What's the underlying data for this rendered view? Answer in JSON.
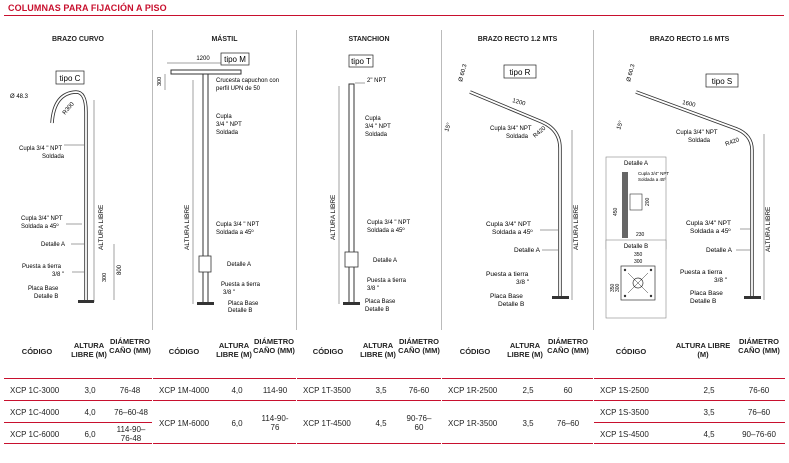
{
  "title": "COLUMNAS PARA FIJACIÓN A PISO",
  "headers": {
    "code": "CÓDIGO",
    "height": "ALTURA LIBRE (M)",
    "diameter": "DIÁMETRO CAÑO (MM)"
  },
  "panels": [
    {
      "title": "BRAZO CURVO",
      "tag": "tipo C",
      "labels": {
        "diam": "Ø 48.3",
        "radius": "R300",
        "cupla1": "Cupla 3/4 \" NPT",
        "cupla1b": "Soldada",
        "cupla2": "Cupla 3/4\" NPT",
        "cupla2b": "Soldada a 45º",
        "detalle": "Detalle A",
        "tierra": "Puesta a tierra",
        "tierrab": "3/8 \"",
        "placa": "Placa Base",
        "placab": "Detalle B",
        "altura": "ALTURA LIBRE",
        "dim800": "800",
        "dim300": "300"
      },
      "rows": [
        {
          "code": "XCP 1C-3000",
          "height": "3,0",
          "diameter": "76-48"
        },
        {
          "code": "XCP 1C-4000",
          "height": "4,0",
          "diameter": "76–60-48"
        },
        {
          "code": "XCP 1C-6000",
          "height": "6,0",
          "diameter": "114-90–76-48"
        }
      ]
    },
    {
      "title": "MÁSTIL",
      "tag": "tipo M",
      "labels": {
        "dim1200": "1200",
        "dim300": "300",
        "cruceta": "Crucesta capuchon con",
        "crucetab": "perfil UPN de 50",
        "cupla1": "Cupla",
        "cupla1b": "3/4 \" NPT",
        "cupla1c": "Soldada",
        "altura": "ALTURA LIBRE",
        "cupla2": "Cupla 3/4 \" NPT",
        "cupla2b": "Soldada a 45º",
        "detalle": "Detalle A",
        "tierra": "Puesta a tierra",
        "tierrab": "3/8 \"",
        "placa": "Placa Base",
        "placab": "Detalle B"
      },
      "rows": [
        {
          "code": "XCP 1M-4000",
          "height": "4,0",
          "diameter": "114-90"
        },
        {
          "code": "XCP 1M-6000",
          "height": "6,0",
          "diameter": "114-90-76"
        }
      ]
    },
    {
      "title": "STANCHION",
      "tag": "tipo T",
      "labels": {
        "npt": "2\" NPT",
        "cupla1": "Cupla",
        "cupla1b": "3/4 \" NPT",
        "cupla1c": "Soldada",
        "altura": "ALTURA LIBRE",
        "cupla2": "Cupla 3/4 \" NPT",
        "cupla2b": "Soldada a 45º",
        "detalle": "Detalle A",
        "tierra": "Puesta a tierra",
        "tierrab": "3/8 \"",
        "placa": "Placa Base",
        "placab": "Detalle B"
      },
      "rows": [
        {
          "code": "XCP 1T-3500",
          "height": "3,5",
          "diameter": "76-60"
        },
        {
          "code": "XCP 1T-4500",
          "height": "4,5",
          "diameter": "90-76–60"
        }
      ]
    },
    {
      "title": "BRAZO RECTO 1.2 MTS",
      "tag": "tipo R",
      "labels": {
        "diam": "Ø 60.3",
        "dim1200": "1200",
        "angle": "15°",
        "cupla1": "Cupla 3/4\" NPT",
        "cupla1b": "Soldada",
        "radius": "R420",
        "altura": "ALTURA LIBRE",
        "cupla2": "Cupla 3/4\" NPT",
        "cupla2b": "Soldada a 45º",
        "detalle": "Detalle A",
        "tierra": "Puesta a tierra",
        "tierrab": "3/8 \"",
        "placa": "Placa Base",
        "placab": "Detalle B"
      },
      "rows": [
        {
          "code": "XCP 1R-2500",
          "height": "2,5",
          "diameter": "60"
        },
        {
          "code": "XCP 1R-3500",
          "height": "3,5",
          "diameter": "76–60"
        }
      ]
    },
    {
      "title": "BRAZO RECTO 1.6 MTS",
      "tag": "tipo S",
      "labels": {
        "diam": "Ø 60.3",
        "dim1600": "1600",
        "angle": "15°",
        "cupla1": "Cupla 3/4\" NPT",
        "cupla1b": "Soldada",
        "radius": "R420",
        "detA": "Detalle A",
        "detAc": "Cupla 3/4\" NPT",
        "detAd": "Soldada a 45º",
        "d450": "450",
        "d200": "200",
        "d230": "230",
        "detB": "Detalle B",
        "d350": "350",
        "d300": "300",
        "d350b": "350",
        "d300b": "300",
        "altura": "ALTURA LIBRE",
        "cupla2": "Cupla 3/4\" NPT",
        "cupla2b": "Soldada a 45º",
        "detalle": "Detalle A",
        "tierra": "Puesta a tierra",
        "tierrab": "3/8 \"",
        "placa": "Placa Base",
        "placab": "Detalle B"
      },
      "rows": [
        {
          "code": "XCP 1S-2500",
          "height": "2,5",
          "diameter": "76-60"
        },
        {
          "code": "XCP 1S-3500",
          "height": "3,5",
          "diameter": "76–60"
        },
        {
          "code": "XCP 1S-4500",
          "height": "4,5",
          "diameter": "90–76-60"
        }
      ]
    }
  ]
}
